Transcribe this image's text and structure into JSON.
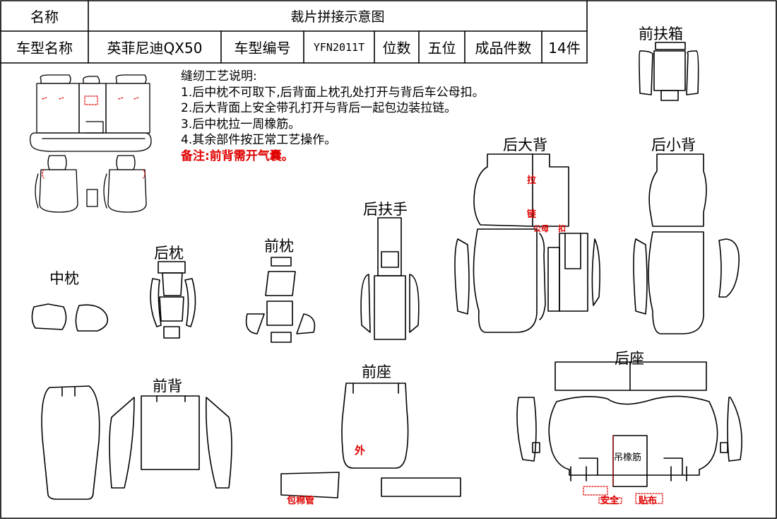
{
  "header": {
    "name_label": "名称",
    "sheet_title": "裁片拼接示意图",
    "model_name_label": "车型名称",
    "model_name": "英菲尼迪QX50",
    "model_code_label": "车型编号",
    "model_code": "YFN2011T",
    "seats_label": "位数",
    "seats_value": "五位",
    "piece_count_label": "成品件数",
    "piece_count_value": "14件"
  },
  "notes": {
    "heading": "缝纫工艺说明:",
    "items": [
      "1.后中枕不可取下,后背面上枕孔处打开与背后车公母扣。",
      "2.后大背面上安全带孔打开与背后一起包边装拉链。",
      "3.后中枕拉一周橡筋。",
      "4.其余部件按正常工艺操作。"
    ],
    "remark": "备注:前背需开气囊。"
  },
  "parts": {
    "front_armrest_box": "前扶箱",
    "rear_large_back": "后大背",
    "rear_small_back": "后小背",
    "rear_armrest": "后扶手",
    "rear_headrest": "后枕",
    "front_headrest": "前枕",
    "middle_headrest": "中枕",
    "front_back": "前背",
    "front_seat": "前座",
    "rear_seat": "后座"
  },
  "annotations": {
    "zipper_1": "拉",
    "zipper_2": "链",
    "snap_1": "公母",
    "snap_2": "扣",
    "outer": "外",
    "piping": "包棉管",
    "elastic": "吊橡筋",
    "safety": "安全",
    "sticker": "贴布"
  },
  "colors": {
    "line": "#000000",
    "annotation": "#e00000"
  }
}
